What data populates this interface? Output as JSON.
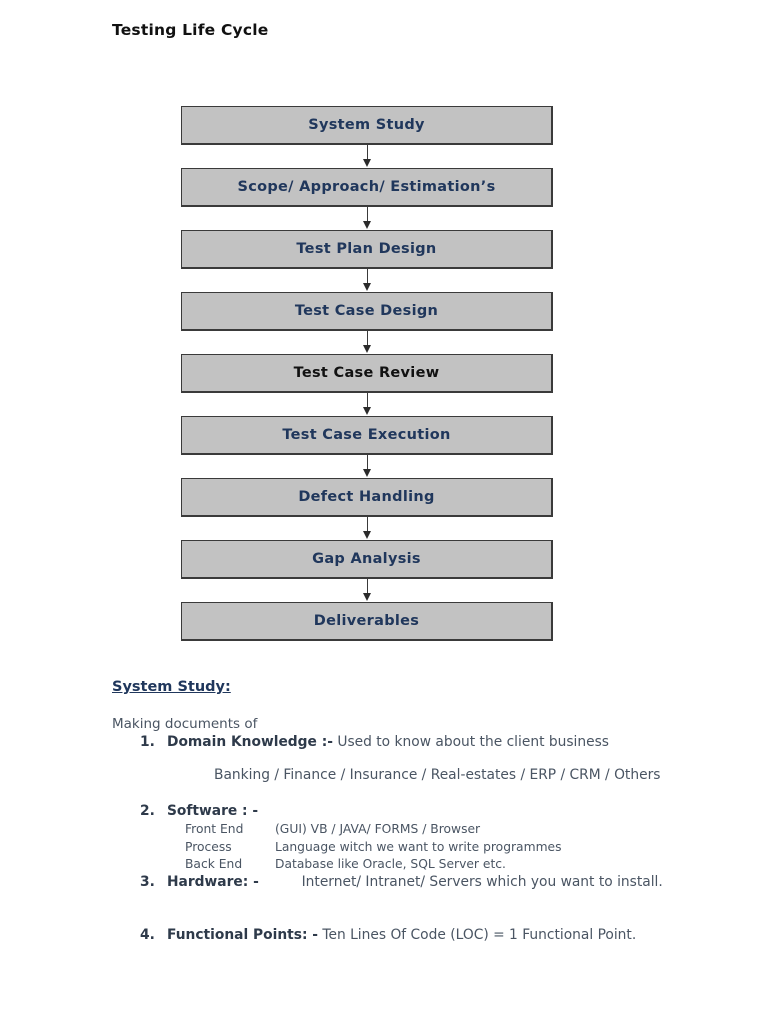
{
  "document": {
    "title": "Testing Life Cycle"
  },
  "flowchart": {
    "nodes": [
      {
        "label": "System Study",
        "color": "#20375c"
      },
      {
        "label": "Scope/ Approach/ Estimation’s",
        "color": "#20375c"
      },
      {
        "label": "Test Plan Design",
        "color": "#20375c"
      },
      {
        "label": "Test Case Design",
        "color": "#20375c"
      },
      {
        "label": "Test Case Review",
        "color": "#111111"
      },
      {
        "label": "Test Case Execution",
        "color": "#20375c"
      },
      {
        "label": "Defect Handling",
        "color": "#20375c"
      },
      {
        "label": "Gap Analysis",
        "color": "#20375c"
      },
      {
        "label": "Deliverables",
        "color": "#20375c"
      }
    ],
    "node_fill": "#c2c2c2",
    "node_border": "#3a3a3a",
    "arrow_color": "#2b2b2b"
  },
  "section": {
    "heading": "System Study:",
    "intro": "Making documents of",
    "items": [
      {
        "number": "1.",
        "term": "Domain Knowledge :-",
        "desc": "Used to know about the client business",
        "sublist": "Banking / Finance / Insurance / Real-estates / ERP / CRM /   Others"
      },
      {
        "number": "2.",
        "term": "Software : -",
        "desc": "",
        "rows": [
          {
            "key": "Front End",
            "value": "(GUI) VB / JAVA/ FORMS / Browser"
          },
          {
            "key": "Process",
            "value": "Language witch we want to write programmes"
          },
          {
            "key": "Back End",
            "value": "Database like Oracle, SQL Server etc."
          }
        ]
      },
      {
        "number": "3.",
        "term": "Hardware: -",
        "desc": "Internet/ Intranet/ Servers which you want to install."
      },
      {
        "number": "4.",
        "term": "Functional Points: -",
        "desc": "Ten Lines Of Code (LOC) = 1 Functional Point."
      }
    ]
  }
}
